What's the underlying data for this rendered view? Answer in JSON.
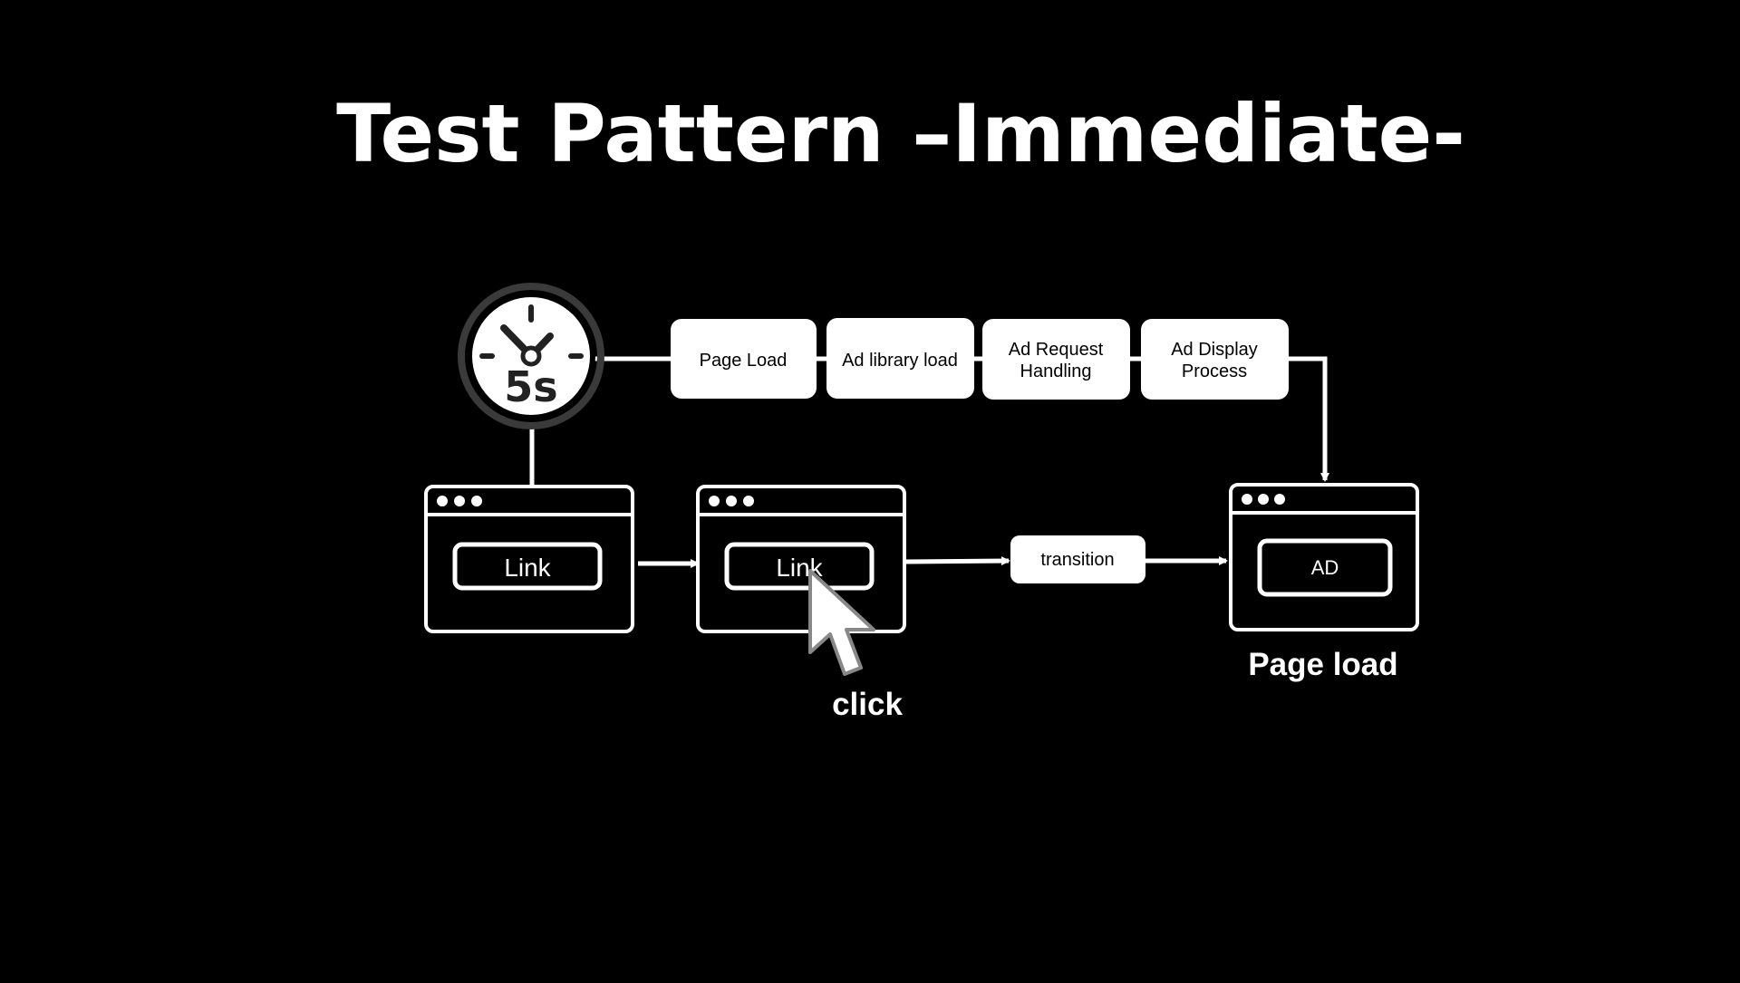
{
  "title": "Test Pattern –Immediate-",
  "timer": {
    "label": "5s",
    "icon": "stopwatch-icon"
  },
  "process_steps": [
    {
      "lines": [
        "Page Load"
      ]
    },
    {
      "lines": [
        "Ad library load"
      ]
    },
    {
      "lines": [
        "Ad Request",
        "Handling"
      ]
    },
    {
      "lines": [
        "Ad Display",
        "Process"
      ]
    }
  ],
  "windows": {
    "first": {
      "button_label": "Link"
    },
    "second": {
      "button_label": "Link"
    },
    "third": {
      "button_label": "AD"
    }
  },
  "transition_label": "transition",
  "captions": {
    "click": "click",
    "page_load": "Page load"
  },
  "colors": {
    "background": "#000000",
    "foreground": "#ffffff",
    "box_text": "#000000",
    "timer_face": "#ffffff",
    "timer_ring": "#3a3a3a"
  }
}
